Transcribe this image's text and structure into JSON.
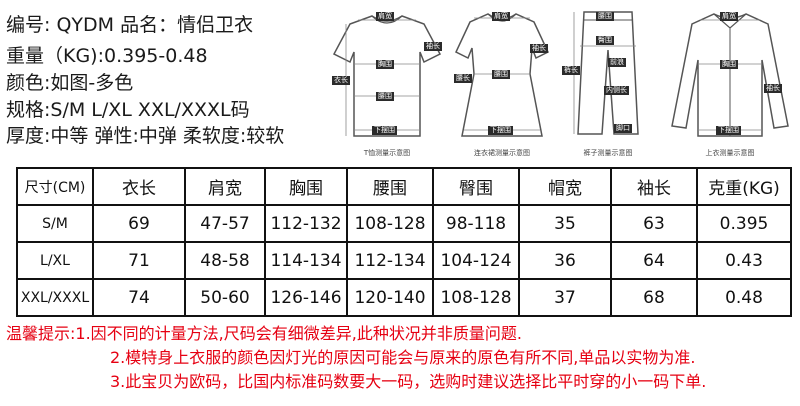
{
  "specs": {
    "line1": "编号: QYDM 品名：情侣卫衣",
    "line2": "重量（KG):0.395-0.48",
    "line3": "颜色:如图-多色",
    "line4": "规格:S/M L/XL  XXL/XXXL码",
    "line5": "厚度:中等  弹性:中弹  柔软度:较软"
  },
  "diagrams": [
    {
      "caption": "T恤测量示意图",
      "tags": [
        "肩宽",
        "袖长",
        "衣长",
        "胸围",
        "腰围",
        "下摆围"
      ]
    },
    {
      "caption": "连衣裙测量示意图",
      "tags": [
        "肩宽",
        "袖长",
        "腰长",
        "腰围",
        "下摆围"
      ]
    },
    {
      "caption": "裤子测量示意图",
      "tags": [
        "腰围",
        "臀围",
        "裤长",
        "前浪",
        "内侧长",
        "脚口"
      ]
    },
    {
      "caption": "上衣测量示意图",
      "tags": [
        "肩宽",
        "胸围",
        "袖长",
        "下摆围"
      ]
    }
  ],
  "table": {
    "headers": [
      "尺寸(CM)",
      "衣长",
      "肩宽",
      "胸围",
      "腰围",
      "臀围",
      "帽宽",
      "袖长",
      "克重(KG)"
    ],
    "rows": [
      [
        "S/M",
        "69",
        "47-57",
        "112-132",
        "108-128",
        "98-118",
        "35",
        "63",
        "0.395"
      ],
      [
        "L/XL",
        "71",
        "48-58",
        "114-134",
        "112-134",
        "104-124",
        "36",
        "64",
        "0.43"
      ],
      [
        "XXL/XXXL",
        "74",
        "50-60",
        "126-146",
        "120-140",
        "108-128",
        "37",
        "68",
        "0.48"
      ]
    ]
  },
  "notes": {
    "line1": "温馨提示:1.因不同的计量方法,尺码会有细微差异,此种状况并非质量问题.",
    "line2": "2.模特身上衣服的颜色因灯光的原因可能会与原来的原色有所不同,单品以实物为准.",
    "line3": "3.此宝贝为欧码，比国内标准码数要大一码，选购时建议选择比平时穿的小一码下单."
  },
  "colors": {
    "note_text": "#e60012",
    "tag_bg": "#2b2b2b",
    "outline": "#555555"
  }
}
